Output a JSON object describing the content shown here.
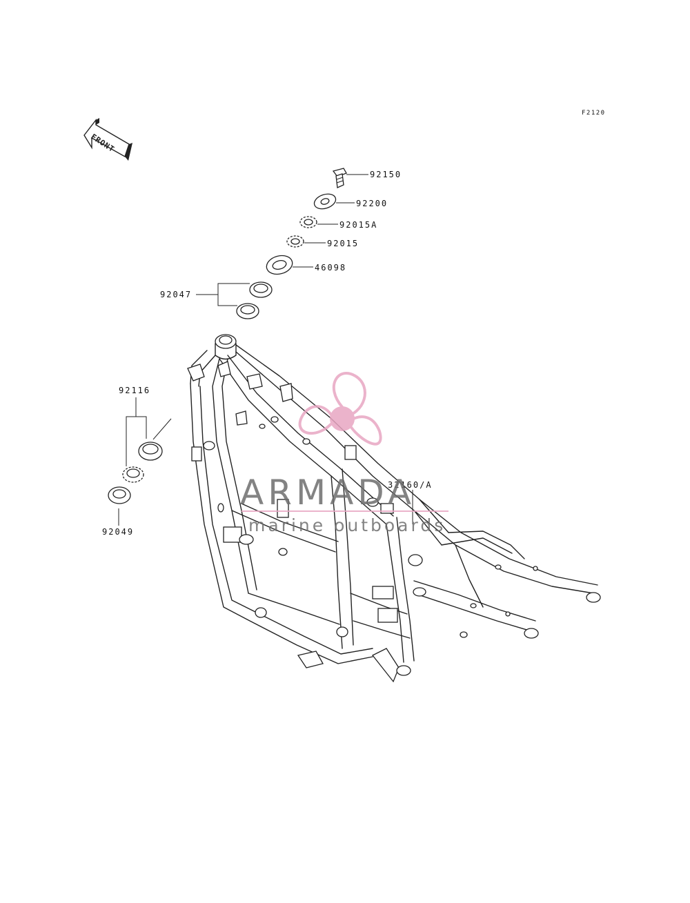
{
  "figure_code": "F2120",
  "front_arrow": {
    "label": "FRONT",
    "icon": "front-direction-arrow-icon"
  },
  "callouts": {
    "p92150": "92150",
    "p92200": "92200",
    "p92015A": "92015A",
    "p92015": "92015",
    "p46098": "46098",
    "p92047": "92047",
    "p92116": "92116",
    "p92049": "92049",
    "p32160A": "32160/A"
  },
  "watermark": {
    "brand": "ARMADA",
    "tagline": "marine outboards",
    "icon": "propeller-logo-icon",
    "accent_color": "#e8a6c2",
    "text_color": "#6e6e6e"
  }
}
